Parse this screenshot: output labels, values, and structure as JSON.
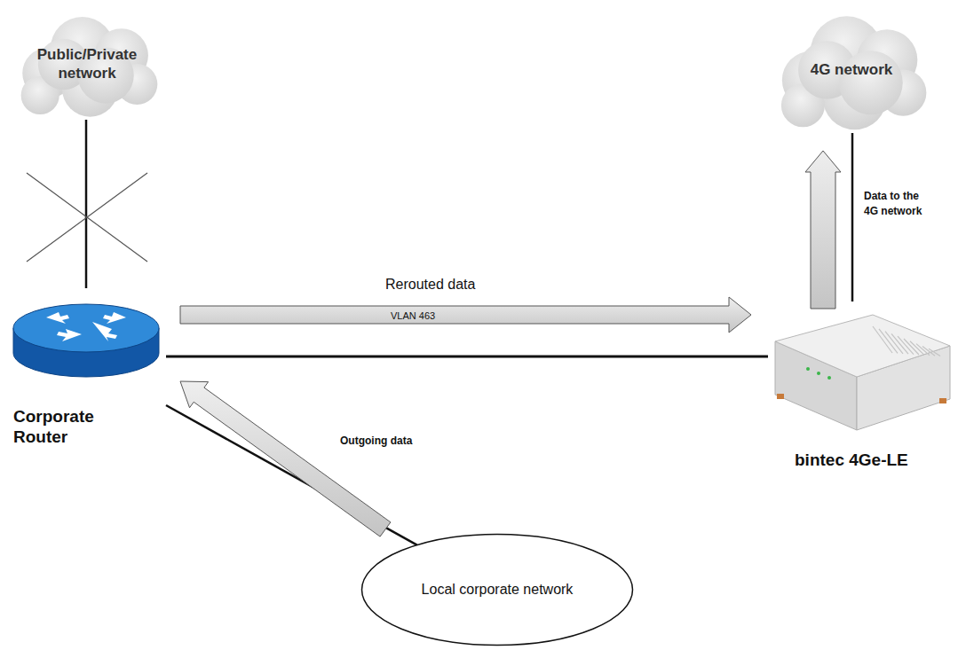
{
  "diagram": {
    "nodes": [
      {
        "text": [
          "Public/Private network"
        ]
      },
      {
        "text": [
          "4G network"
        ]
      },
      {
        "text": [
          "Corporate Router"
        ]
      },
      {
        "text": [
          "bintec 4Ge-LE"
        ]
      },
      {
        "text": [
          "Local corporate network"
        ]
      }
    ],
    "edges": [
      {
        "from": 0,
        "to": 2,
        "arrow": "none"
      },
      {
        "from": 2,
        "to": 3,
        "arrow": "none"
      },
      {
        "from": 3,
        "to": 1,
        "arrow": "none"
      },
      {
        "from": 2,
        "to": 4,
        "arrow": "none"
      }
    ],
    "labels": [
      "Rerouted data",
      "VLAN 463",
      "Outgoing data",
      "Data to the 4G network"
    ]
  }
}
